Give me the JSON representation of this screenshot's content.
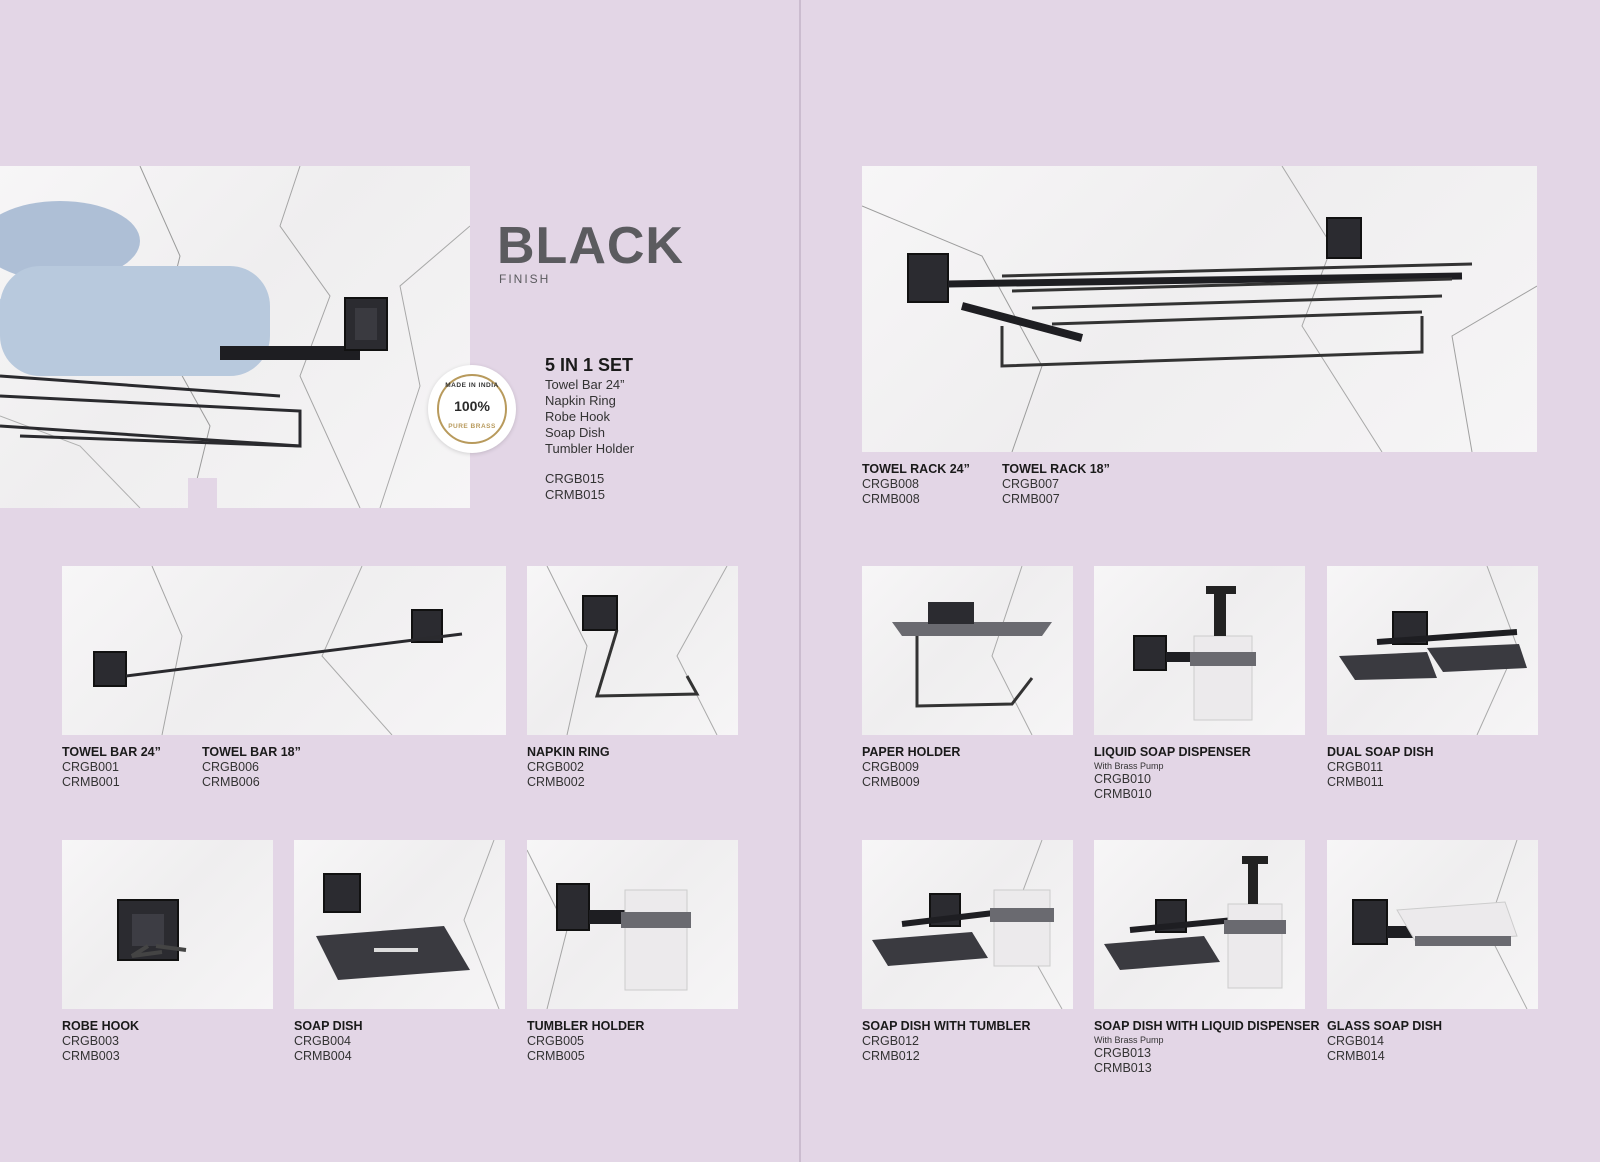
{
  "brand": {
    "title": "BLACK",
    "subtitle": "FINISH"
  },
  "seal": {
    "top": "MADE IN INDIA",
    "center": "100%",
    "bottom": "PURE BRASS"
  },
  "set": {
    "heading": "5 IN 1 SET",
    "items": [
      "Towel Bar 24”",
      "Napkin Ring",
      "Robe Hook",
      "Soap Dish",
      "Tumbler Holder"
    ],
    "codes": [
      "CRGB015",
      "CRMB015"
    ]
  },
  "products": {
    "towel_rack_24": {
      "title": "TOWEL RACK 24”",
      "codes": [
        "CRGB008",
        "CRMB008"
      ]
    },
    "towel_rack_18": {
      "title": "TOWEL RACK 18”",
      "codes": [
        "CRGB007",
        "CRMB007"
      ]
    },
    "towel_bar_24": {
      "title": "TOWEL BAR 24”",
      "codes": [
        "CRGB001",
        "CRMB001"
      ]
    },
    "towel_bar_18": {
      "title": "TOWEL BAR 18”",
      "codes": [
        "CRGB006",
        "CRMB006"
      ]
    },
    "napkin_ring": {
      "title": "NAPKIN RING",
      "codes": [
        "CRGB002",
        "CRMB002"
      ]
    },
    "paper_holder": {
      "title": "PAPER HOLDER",
      "codes": [
        "CRGB009",
        "CRMB009"
      ]
    },
    "liquid_soap_dispenser": {
      "title": "LIQUID SOAP DISPENSER",
      "sub": "With Brass Pump",
      "codes": [
        "CRGB010",
        "CRMB010"
      ]
    },
    "dual_soap_dish": {
      "title": "DUAL SOAP DISH",
      "codes": [
        "CRGB011",
        "CRMB011"
      ]
    },
    "robe_hook": {
      "title": "ROBE HOOK",
      "codes": [
        "CRGB003",
        "CRMB003"
      ]
    },
    "soap_dish": {
      "title": "SOAP DISH",
      "codes": [
        "CRGB004",
        "CRMB004"
      ]
    },
    "tumbler_holder": {
      "title": "TUMBLER HOLDER",
      "codes": [
        "CRGB005",
        "CRMB005"
      ]
    },
    "soap_dish_with_tumbler": {
      "title": "SOAP DISH WITH TUMBLER",
      "codes": [
        "CRGB012",
        "CRMB012"
      ]
    },
    "soap_dish_with_liquid_dispenser": {
      "title": "SOAP DISH WITH LIQUID DISPENSER",
      "sub": "With Brass Pump",
      "codes": [
        "CRGB013",
        "CRMB013"
      ]
    },
    "glass_soap_dish": {
      "title": "GLASS SOAP DISH",
      "codes": [
        "CRGB014",
        "CRMB014"
      ]
    }
  }
}
